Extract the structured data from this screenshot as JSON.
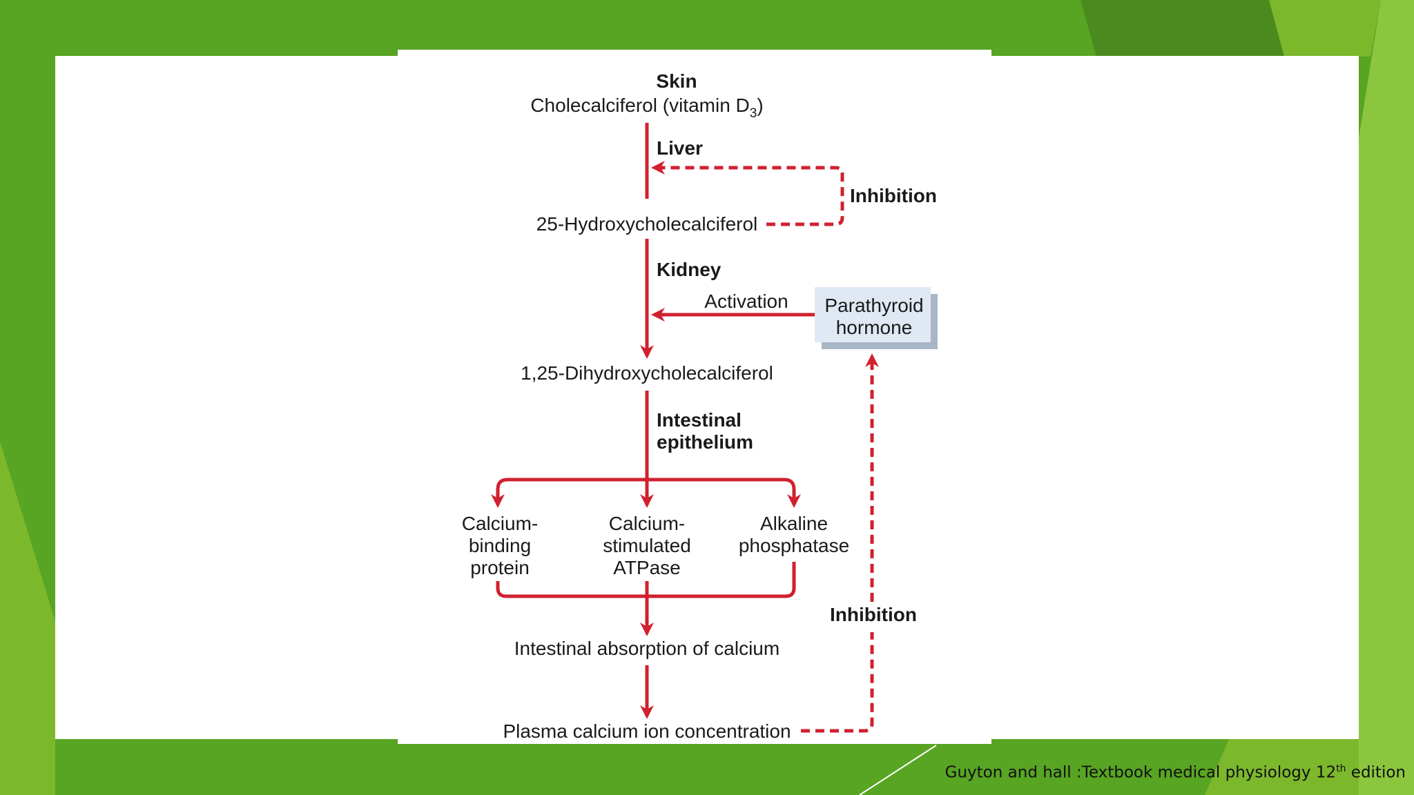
{
  "diagram": {
    "skin": "Skin",
    "cholecalciferol_main": "Cholecalciferol (vitamin D",
    "cholecalciferol_sub": "3",
    "cholecalciferol_close": ")",
    "liver": "Liver",
    "inhibition_top": "Inhibition",
    "hydroxy": "25-Hydroxycholecalciferol",
    "kidney": "Kidney",
    "activation": "Activation",
    "pth_line1": "Parathyroid",
    "pth_line2": "hormone",
    "dihydroxy": "1,25-Dihydroxycholecalciferol",
    "intestinal_line1": "Intestinal",
    "intestinal_line2": "epithelium",
    "cbp": [
      "Calcium-",
      "binding",
      "protein"
    ],
    "atpase": [
      "Calcium-",
      "stimulated",
      "ATPase"
    ],
    "alkaline": [
      "Alkaline",
      "phosphatase"
    ],
    "inhibition_bottom": "Inhibition",
    "absorption": "Intestinal absorption of calcium",
    "plasma": "Plasma calcium ion concentration"
  },
  "citation": {
    "prefix": "Guyton and hall :Textbook medical physiology 12",
    "superscript": "th",
    "suffix": " edition"
  },
  "colors": {
    "arrow_red": "#d1202f",
    "background_green": "#58a423",
    "pth_box": "#dfe8f3"
  }
}
